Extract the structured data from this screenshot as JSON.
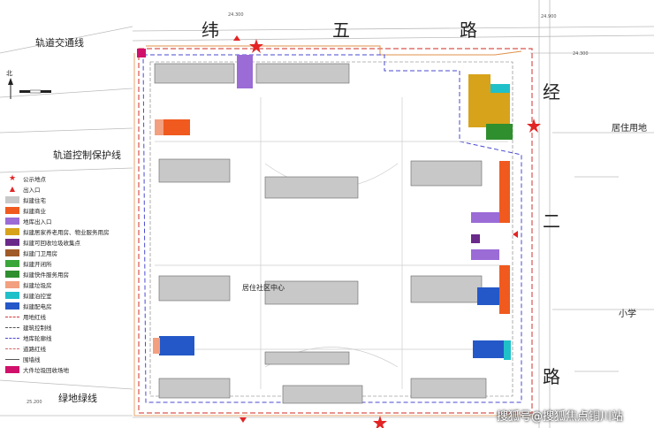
{
  "roads": {
    "top": [
      "纬",
      "五",
      "路"
    ],
    "right": [
      "经",
      "二",
      "路"
    ]
  },
  "labels": {
    "rail_line": "轨道交通线",
    "rail_protect": "轨道控制保护线",
    "green_line": "绿地绿线",
    "residential": "居住用地",
    "school": "小学",
    "community": "居住社区中心",
    "north": "北"
  },
  "elevations": {
    "top_left": "24.300",
    "top_right": "24.900",
    "bottom_left": "25.200",
    "right_mid": "24.300"
  },
  "legend": [
    {
      "label": "公示地点",
      "symbol": "star",
      "color": "#e32424"
    },
    {
      "label": "出入口",
      "symbol": "triangle",
      "color": "#e32424"
    },
    {
      "label": "拟建住宅",
      "symbol": "box",
      "color": "#c8c8c8"
    },
    {
      "label": "拟建商业",
      "symbol": "box",
      "color": "#f05a1e"
    },
    {
      "label": "地库出入口",
      "symbol": "box",
      "color": "#9b6bd6"
    },
    {
      "label": "拟建居家养老用房、物业服务用房",
      "symbol": "box",
      "color": "#d7a31a"
    },
    {
      "label": "拟建可回收垃圾收集点",
      "symbol": "box",
      "color": "#6a2a8a"
    },
    {
      "label": "拟建门卫用房",
      "symbol": "box",
      "color": "#a05a28"
    },
    {
      "label": "拟建开闭所",
      "symbol": "box",
      "color": "#3aa63a"
    },
    {
      "label": "拟建快件服务用房",
      "symbol": "box",
      "color": "#2f8f2f"
    },
    {
      "label": "拟建垃圾房",
      "symbol": "box",
      "color": "#f2a080"
    },
    {
      "label": "拟建泊控室",
      "symbol": "box",
      "color": "#20c0c8"
    },
    {
      "label": "拟建配电房",
      "symbol": "box",
      "color": "#2458c8"
    },
    {
      "label": "用地红线",
      "symbol": "dash",
      "color": "#d23a3a"
    },
    {
      "label": "建筑控制线",
      "symbol": "dash",
      "color": "#555555"
    },
    {
      "label": "地库轮廓线",
      "symbol": "dash",
      "color": "#4a4ad0"
    },
    {
      "label": "道路红线",
      "symbol": "dash",
      "color": "#d26a6a"
    },
    {
      "label": "围墙线",
      "symbol": "line",
      "color": "#555555"
    },
    {
      "label": "大件垃圾回收场地",
      "symbol": "box",
      "color": "#d0106a"
    }
  ],
  "watermark": "搜狐号@搜狐焦点铜川站",
  "colors": {
    "site_red": "#d9534f",
    "basement_blue": "#4a4ad0",
    "building_gray": "#c8c8c8",
    "star_red": "#e32424"
  }
}
